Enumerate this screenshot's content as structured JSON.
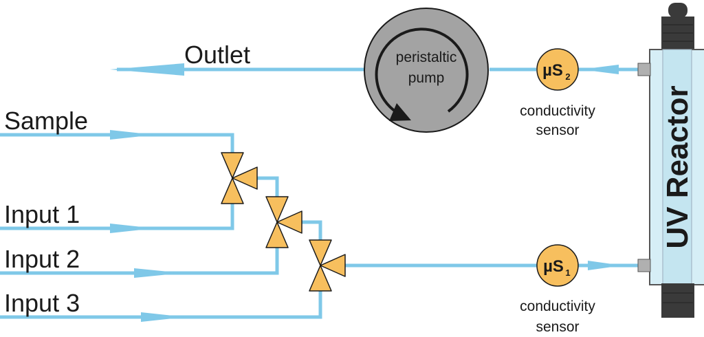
{
  "diagram": {
    "outlet_label": "Outlet",
    "sample_label": "Sample",
    "input1_label": "Input 1",
    "input2_label": "Input 2",
    "input3_label": "Input 3",
    "pump": {
      "line1": "peristaltic",
      "line2": "pump"
    },
    "sensor_top": {
      "symbol": "µS",
      "subscript": "2",
      "line1": "conductivity",
      "line2": "sensor"
    },
    "sensor_bottom": {
      "symbol": "µS",
      "subscript": "1",
      "line1": "conductivity",
      "line2": "sensor"
    },
    "reactor_label": "UV Reactor"
  },
  "colors": {
    "pipe": "#7fc8e8",
    "valve": "#f7bf5e",
    "pump": "#a3a3a3",
    "reactor_glass": "#d6eef6",
    "reactor_cap": "#3a3a3a"
  }
}
